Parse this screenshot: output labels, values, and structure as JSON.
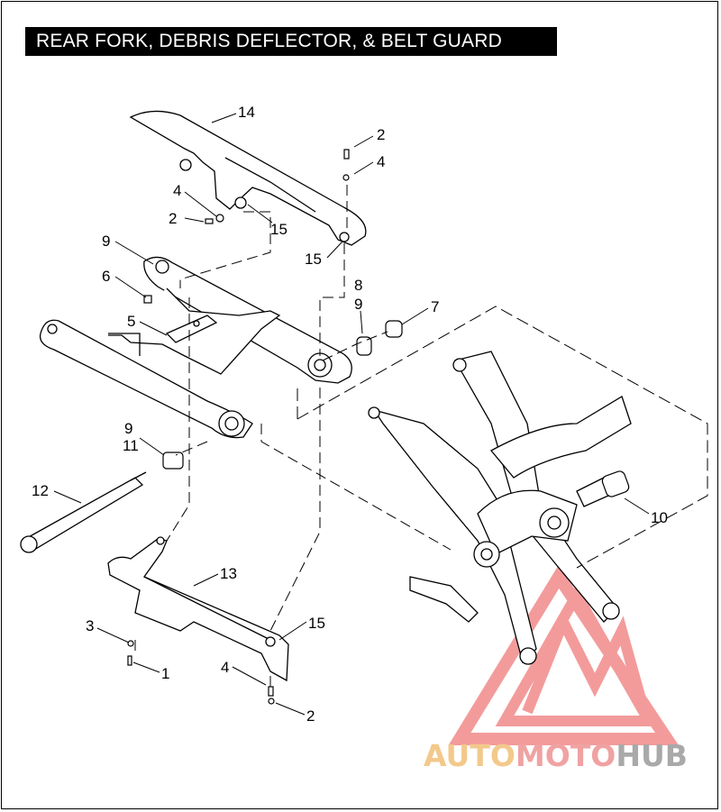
{
  "title": "REAR FORK, DEBRIS DEFLECTOR, & BELT GUARD",
  "callouts": {
    "c14": "14",
    "c2a": "2",
    "c4a": "4",
    "c4b": "4",
    "c2b": "2",
    "c15a": "15",
    "c15b": "15",
    "c9a": "9",
    "c8": "8",
    "c9b": "9",
    "c7": "7",
    "c6": "6",
    "c5": "5",
    "c9c": "9",
    "c11": "11",
    "c12": "12",
    "c10": "10",
    "c13": "13",
    "c3": "3",
    "c15c": "15",
    "c1": "1",
    "c4c": "4",
    "c2c": "2"
  },
  "watermark": {
    "part1": "AUTO",
    "part2": "MOTO",
    "part3": "HUB",
    "colors": {
      "auto": "#f3c98b",
      "moto": "#f0a2a2",
      "hub": "#a9a9a9",
      "logo": "#f07a7a"
    }
  }
}
